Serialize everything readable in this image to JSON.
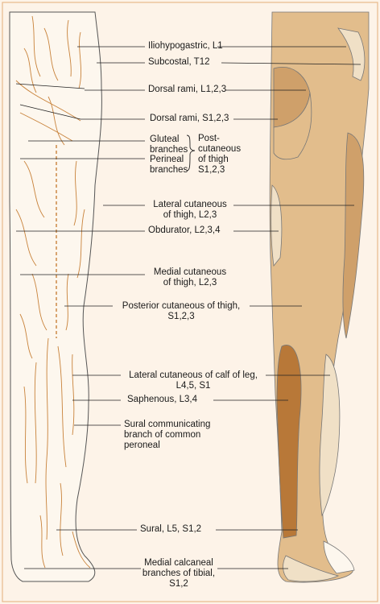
{
  "labels": {
    "iliohypogastric": "Iliohypogastric, L1",
    "subcostal": "Subcostal, T12",
    "dorsal_l": "Dorsal rami, L1,2,3",
    "dorsal_s": "Dorsal rami, S1,2,3",
    "gluteal": [
      "Gluteal",
      "branches"
    ],
    "perineal": [
      "Perineal",
      "branches"
    ],
    "post_cut": [
      "Post-",
      "cutaneous",
      "of thigh",
      "S1,2,3"
    ],
    "lateral_thigh": [
      "Lateral cutaneous",
      "of thigh, L2,3"
    ],
    "obdurator": "Obdurator, L2,3,4",
    "medial_thigh": [
      "Medial cutaneous",
      "of thigh, L2,3"
    ],
    "posterior_thigh": [
      "Posterior cutaneous of thigh,",
      "S1,2,3"
    ],
    "lateral_calf": [
      "Lateral cutaneous of calf of leg,",
      "L4,5, S1"
    ],
    "saphenous": "Saphenous, L3,4",
    "sural_comm": [
      "Sural communicating",
      "branch of common",
      "peroneal"
    ],
    "sural": "Sural, L5, S1,2",
    "medial_calcaneal": [
      "Medial calcaneal",
      "branches of tibial,",
      "S1,2"
    ]
  },
  "colors": {
    "background": "#fdf3e8",
    "frame": "#e8b98c",
    "skin_light": "#fdf7ee",
    "dermatome_pale": "#f0e0c6",
    "dermatome_mid": "#e2bd8c",
    "dermatome_dark": "#cfa06a",
    "dermatome_deep": "#b87838",
    "nerve": "#c8823a",
    "leader": "#222222"
  }
}
